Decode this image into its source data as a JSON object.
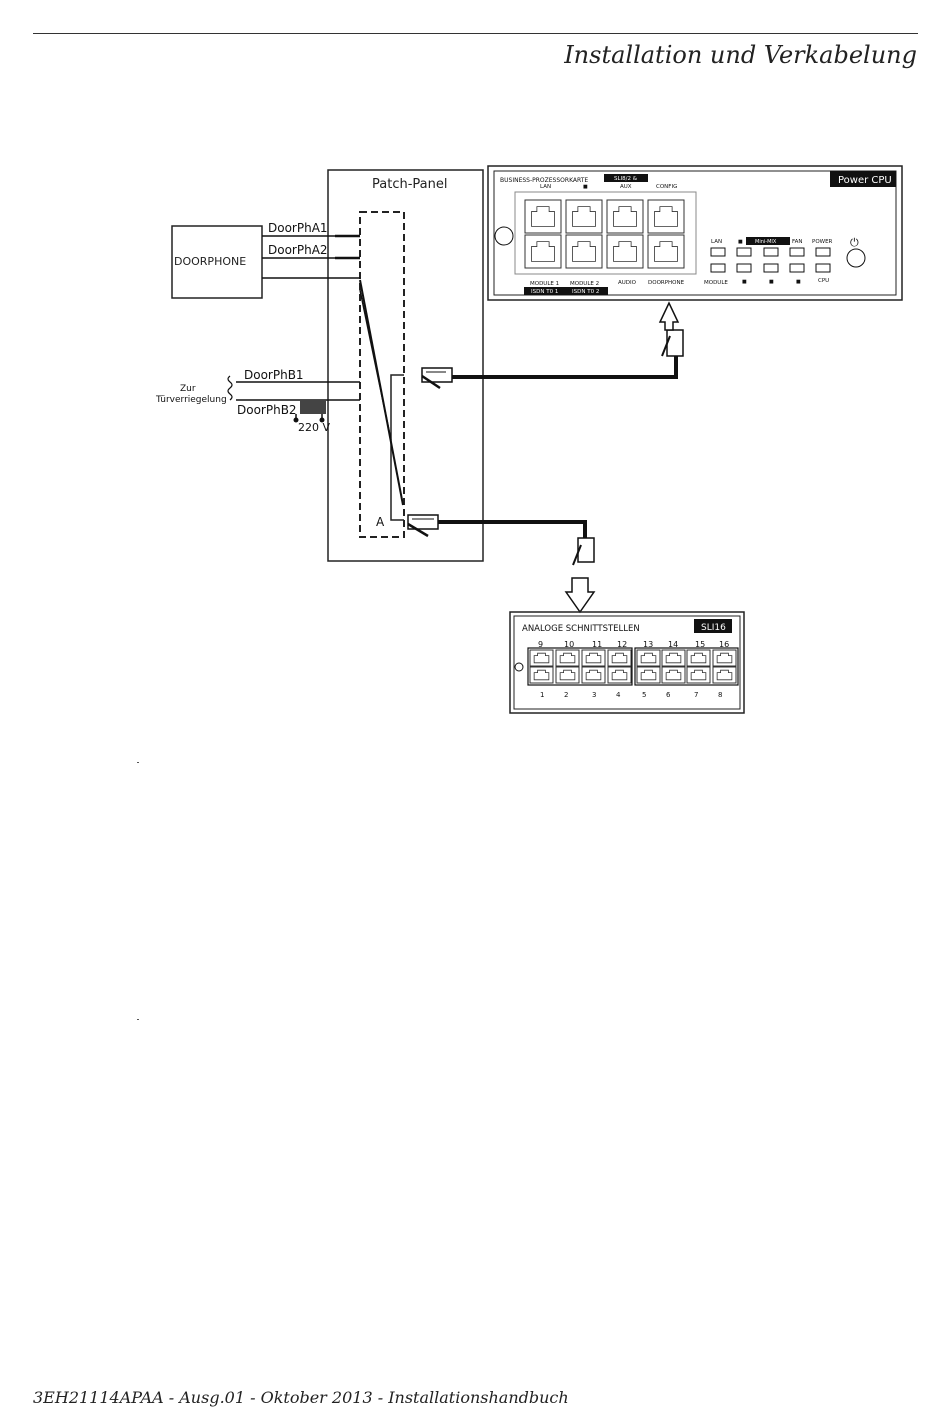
{
  "header": {
    "section_title": "Installation und Verkabelung"
  },
  "footer": {
    "text": "3EH21114APAA - Ausg.01 - Oktober 2013 - Installationshandbuch"
  },
  "diagram": {
    "patch_panel_label": "Patch-Panel",
    "doorphone_label": "DOORPHONE",
    "wires": {
      "a1": "DoorPhA1",
      "a2": "DoorPhA2",
      "b1": "DoorPhB1",
      "b2": "DoorPhB2"
    },
    "lock_label_line1": "Zur",
    "lock_label_line2": "Türverriegelung",
    "voltage_label": "220 V",
    "junction_label": "A",
    "cpu_board": {
      "title": "Power CPU",
      "card_label": "BUSINESS-PROZESSORKARTE",
      "badge": "SLI8/2 &",
      "top_labels": [
        "LAN",
        "■",
        "AUX",
        "CONFIG"
      ],
      "bottom_labels": [
        "MODULE 1",
        "MODULE 2",
        "AUDIO",
        "DOORPHONE"
      ],
      "isdn_labels": [
        "ISDN T0 1",
        "ISDN T0 2"
      ],
      "led_top_labels": [
        "LAN",
        "■",
        "Mini-MIX",
        "FAN",
        "POWER"
      ],
      "led_bottom_labels": [
        "MODULE",
        "■",
        "■",
        "■",
        "CPU"
      ],
      "power_symbol": "⏻"
    },
    "analog_board": {
      "title": "ANALOGE SCHNITTSTELLEN",
      "badge": "SLI16",
      "top_numbers": [
        "9",
        "10",
        "11",
        "12",
        "13",
        "14",
        "15",
        "16"
      ],
      "bottom_numbers": [
        "1",
        "2",
        "3",
        "4",
        "5",
        "6",
        "7",
        "8"
      ]
    }
  }
}
